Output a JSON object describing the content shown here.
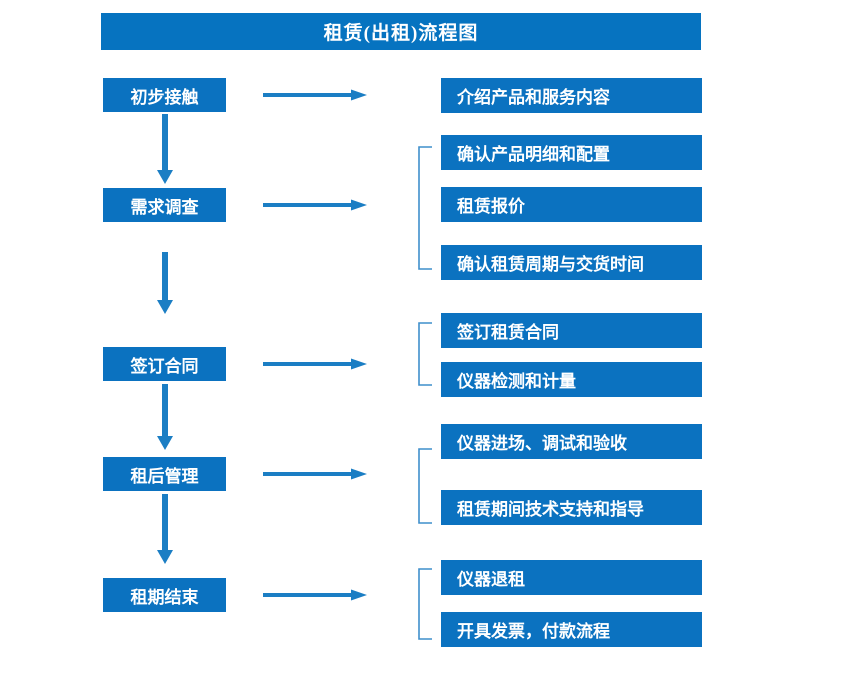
{
  "diagram": {
    "title": "租赁(出租)流程图",
    "colors": {
      "title_bar": "#0673c0",
      "box": "#0b72c0",
      "arrow": "#1b7ec4",
      "bracket": "#3f8fcc",
      "text": "#ffffff",
      "background": "#ffffff"
    },
    "stages": [
      {
        "label": "初步接触",
        "details": [
          "介绍产品和服务内容"
        ],
        "has_bracket": false,
        "arrow_to_next": true
      },
      {
        "label": "需求调查",
        "details": [
          "确认产品明细和配置",
          "租赁报价",
          "确认租赁周期与交货时间"
        ],
        "has_bracket": true,
        "arrow_to_next": true
      },
      {
        "label": "签订合同",
        "details": [
          "签订租赁合同",
          "仪器检测和计量"
        ],
        "has_bracket": true,
        "arrow_to_next": true
      },
      {
        "label": "租后管理",
        "details": [
          "仪器进场、调试和验收",
          "租赁期间技术支持和指导"
        ],
        "has_bracket": true,
        "arrow_to_next": true
      },
      {
        "label": "租期结束",
        "details": [
          "仪器退租",
          "开具发票，付款流程"
        ],
        "has_bracket": true,
        "arrow_to_next": false
      }
    ],
    "icons": {
      "right_arrow": "right-arrow-icon",
      "down_arrow": "down-arrow-icon",
      "bracket": "group-bracket-icon"
    }
  }
}
